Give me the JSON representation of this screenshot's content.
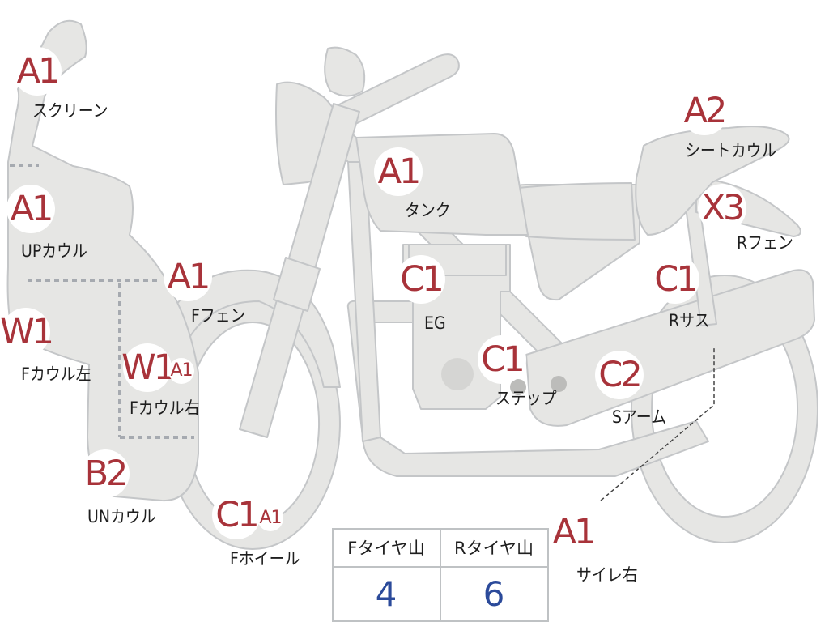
{
  "parts": [
    {
      "id": "screen",
      "code": "A1",
      "label": "スクリーン"
    },
    {
      "id": "up-cowl",
      "code": "A1",
      "label": "UPカウル"
    },
    {
      "id": "f-cowl-left",
      "code": "W1",
      "label": "Fカウル左"
    },
    {
      "id": "f-cowl-right",
      "code": "W1",
      "code_small": "A1",
      "label": "Fカウル右"
    },
    {
      "id": "f-fender",
      "code": "A1",
      "label": "Fフェン"
    },
    {
      "id": "un-cowl",
      "code": "B2",
      "label": "UNカウル"
    },
    {
      "id": "f-wheel",
      "code": "C1",
      "code_small": "A1",
      "label": "Fホイール"
    },
    {
      "id": "tank",
      "code": "A1",
      "label": "タンク"
    },
    {
      "id": "engine",
      "code": "C1",
      "label": "EG"
    },
    {
      "id": "step",
      "code": "C1",
      "label": "ステップ"
    },
    {
      "id": "seat-cowl",
      "code": "A2",
      "label": "シートカウル"
    },
    {
      "id": "r-fender",
      "code": "X3",
      "label": "Rフェン"
    },
    {
      "id": "r-sus",
      "code": "C1",
      "label": "Rサス"
    },
    {
      "id": "s-arm",
      "code": "C2",
      "label": "Sアーム"
    },
    {
      "id": "silencer-right",
      "code": "A1",
      "label": "サイレ右"
    }
  ],
  "tire_table": {
    "headers": [
      "Fタイヤ山",
      "Rタイヤ山"
    ],
    "values": [
      "4",
      "6"
    ]
  },
  "colors": {
    "part_fill": "#e6e6e4",
    "part_stroke": "#c4c6c8",
    "badge_text": "#a8333a",
    "label_text": "#1e1e1e",
    "table_value": "#2b4a9a"
  }
}
